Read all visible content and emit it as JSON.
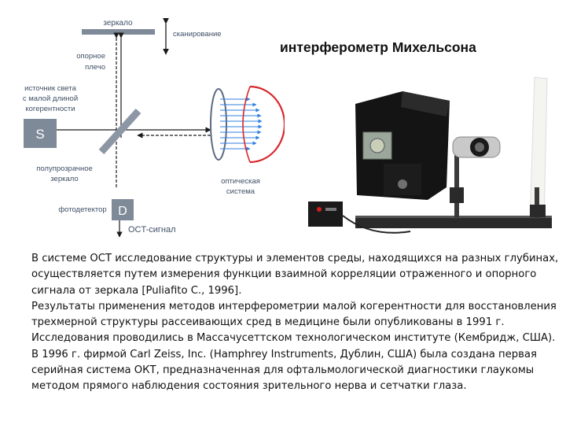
{
  "diagram": {
    "mirror_label": "зеркало",
    "scan_label": "сканирование",
    "reference_arm_line1": "опорное",
    "reference_arm_line2": "плечо",
    "source_line1": "источник света",
    "source_line2": "с малой длиной",
    "source_line3": "когерентности",
    "source_box": "S",
    "splitter_line1": "полупрозрачное",
    "splitter_line2": "зеркало",
    "detector_label": "фотодетектор",
    "detector_box": "D",
    "signal_label": "OCT-сигнал",
    "optics_line1": "оптическая",
    "optics_line2": "система"
  },
  "title": "интерферометр Михельсона",
  "paragraphs": [
    "В системе ОСТ исследование структуры и элементов среды, находящихся на разных глубинах, осуществляется путем измерения функции взаимной корреляции отраженного и опорного сигнала от зеркала [Puliafito C., 1996].",
    "Результаты применения методов интерферометрии малой когерентности для восстановления трехмерной структуры рассеивающих сред в медицине были опубликованы в 1991 г. Исследования проводились в Массачусеттском технологическом институте (Кембридж, США). В 1996 г. фирмой Carl Zeiss, Inc. (Hamphrey Instruments, Дублин, США) была создана первая серийная система ОКТ, предназначенная для офтальмологической диагностики глаукомы методом прямого наблюдения состояния зрительного нерва и сетчатки глаза."
  ],
  "colors": {
    "diagram_text": "#3f4f66",
    "beam": "#1a1a1a",
    "box_fill": "#7f8a99",
    "eye_outline": "#d9262c",
    "ray_blue": "#2f7fe0"
  }
}
